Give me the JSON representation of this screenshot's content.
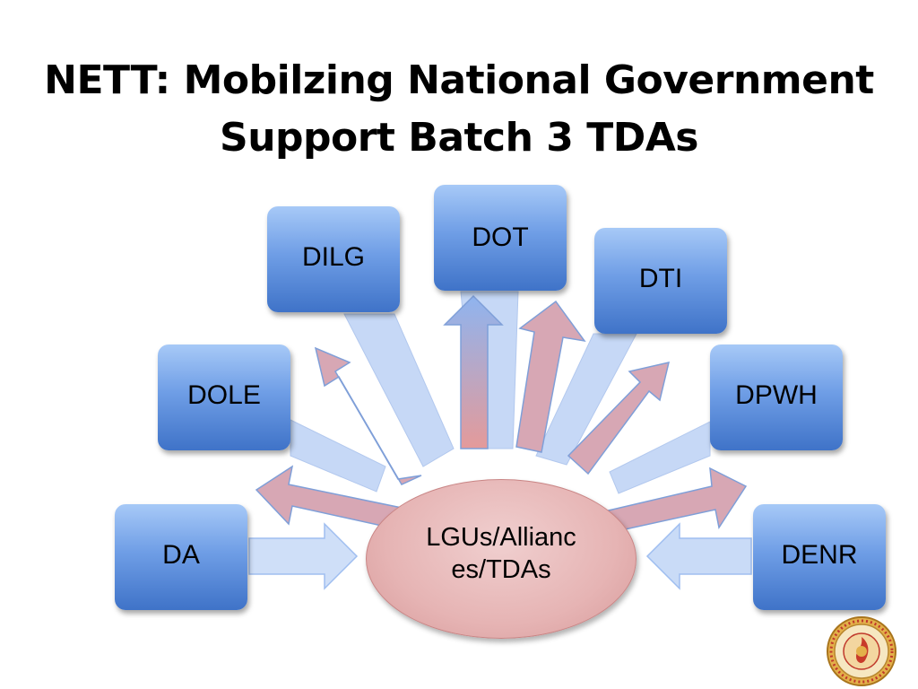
{
  "title": {
    "line1": "NETT: Mobilzing National Government",
    "line2": "Support Batch 3 TDAs"
  },
  "center_node": {
    "label": "LGUs/Allianc es/TDAs"
  },
  "agencies": {
    "da": "DA",
    "dole": "DOLE",
    "dilg": "DILG",
    "dot": "DOT",
    "dti": "DTI",
    "dpwh": "DPWH",
    "denr": "DENR"
  },
  "colors": {
    "box_top": "#a7c9f7",
    "box_bottom": "#3f73c8",
    "ellipse_fill": "#e6b4b4",
    "arrow_blue": "#8fb4ef",
    "arrow_pink": "#e49a9a",
    "seal_gold": "#d9a23a",
    "seal_red": "#c83a2a"
  },
  "seal": {
    "icon": "dilg-seal-icon"
  }
}
